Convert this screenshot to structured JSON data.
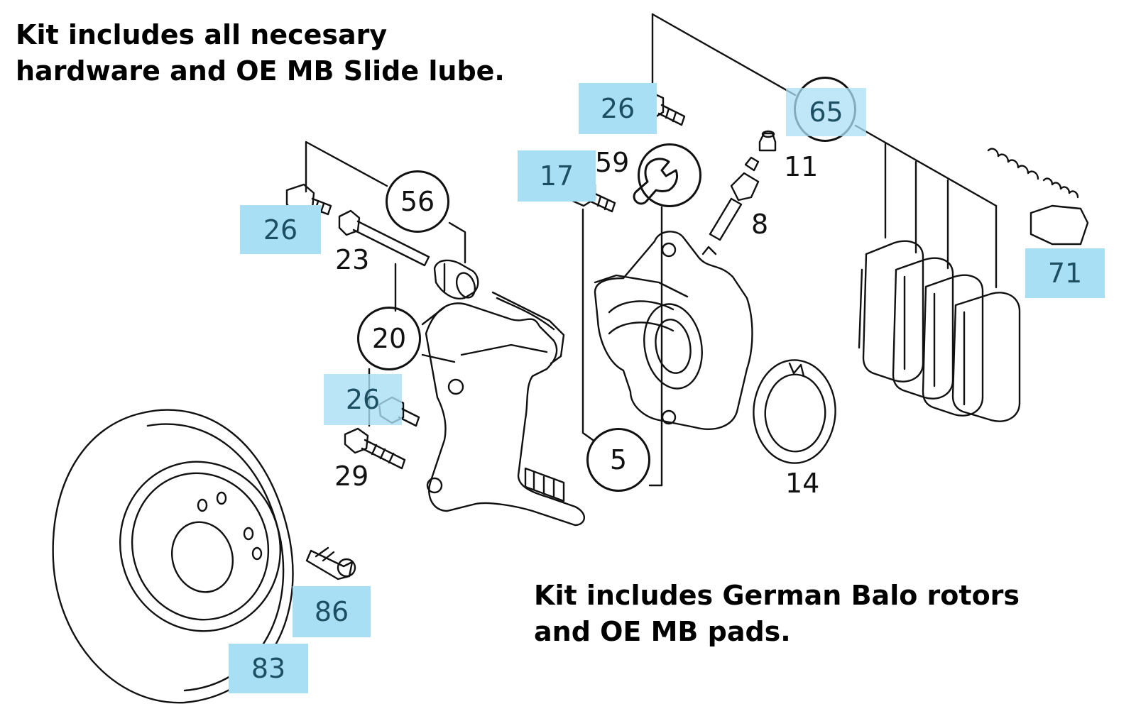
{
  "captions": {
    "top": [
      "Kit includes all necesary",
      "hardware and OE MB Slide lube."
    ],
    "bottom": [
      "Kit includes German Balo rotors",
      "and OE MB pads."
    ]
  },
  "callouts": {
    "highlighted": {
      "bolt_26_top": "26",
      "pads_65": "65",
      "bolt_17": "17",
      "bolt_26_left": "26",
      "bolt_26_mid": "26",
      "clip_71": "71",
      "screw_86": "86",
      "rotor_83": "83"
    },
    "circled": {
      "wrench_59": "59",
      "slide_56": "56",
      "bracket_20": "20",
      "caliper_5": "5"
    },
    "plain": {
      "cap_11": "11",
      "bleeder_8": "8",
      "pin_23": "23",
      "bolt_29": "29",
      "spring_14": "14"
    }
  },
  "colors": {
    "highlight": "#a9dff5",
    "ink": "#111111"
  },
  "icons": [
    "wrench-icon"
  ]
}
